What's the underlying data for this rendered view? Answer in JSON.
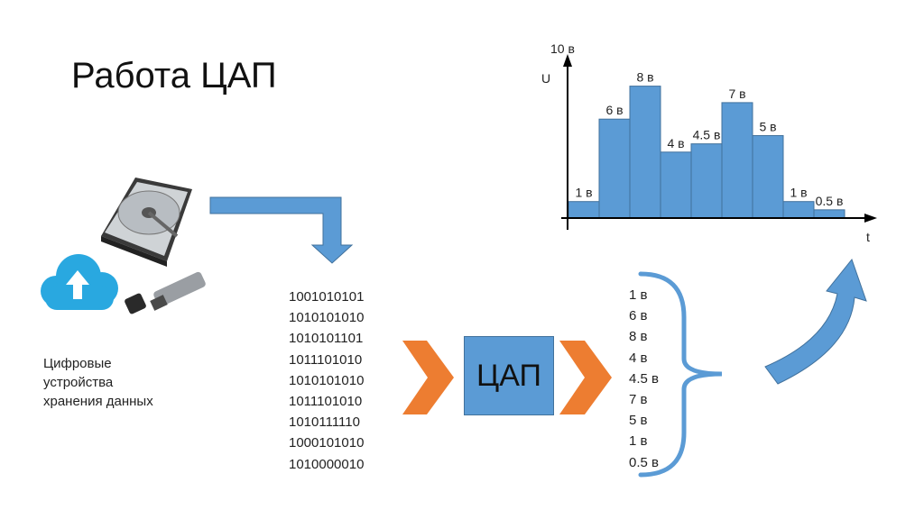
{
  "title": "Работа ЦАП",
  "storage_label": [
    "Цифровые",
    "устройства",
    "хранения данных"
  ],
  "binary_codes": [
    "1001010101",
    "1010101010",
    "1010101101",
    "1011101010",
    "1010101010",
    "1011101010",
    "1010111110",
    "1000101010",
    "1010000010"
  ],
  "dac_label": "ЦАП",
  "voltage_list": [
    "1 в",
    "6 в",
    "8 в",
    "4 в",
    "4.5 в",
    "7 в",
    "5 в",
    "1 в",
    "0.5 в"
  ],
  "icons": [
    "hard-drive-icon",
    "cloud-upload-icon",
    "usb-flash-drive-icon"
  ],
  "colors": {
    "bar": "#5b9bd5",
    "arrow_blue": "#5b9bd5",
    "chevron_orange": "#ed7d31"
  },
  "chart_data": {
    "type": "bar",
    "values": [
      1,
      6,
      8,
      4,
      4.5,
      7,
      5,
      1,
      0.5
    ],
    "bar_labels": [
      "1 в",
      "6 в",
      "8 в",
      "4 в",
      "4.5 в",
      "7 в",
      "5 в",
      "1 в",
      "0.5 в"
    ],
    "ylabel": "U",
    "xlabel": "t",
    "ymax_label": "10 в",
    "ylim": [
      0,
      10
    ],
    "grid": false
  }
}
